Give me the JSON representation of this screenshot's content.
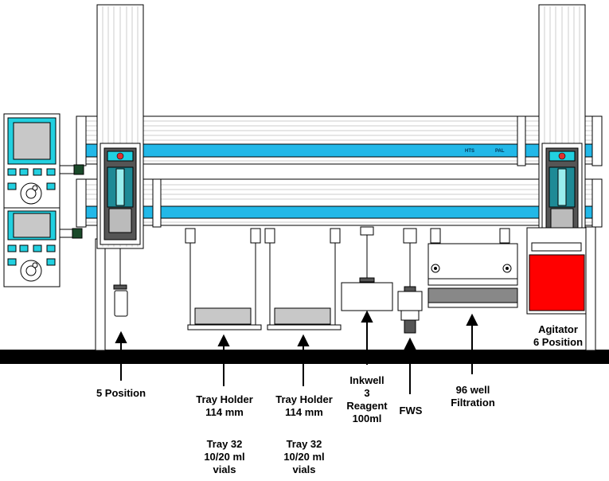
{
  "rail": {
    "brand_left": "HTS",
    "brand_right": "PAL"
  },
  "labels": {
    "five_position": "5 Position",
    "tray_holder_1": [
      "Tray Holder",
      "114 mm"
    ],
    "tray_note_1": [
      "Tray 32",
      "10/20 ml",
      "vials"
    ],
    "tray_holder_2": [
      "Tray Holder",
      "114 mm"
    ],
    "tray_note_2": [
      "Tray 32",
      "10/20 ml",
      "vials"
    ],
    "inkwell": [
      "Inkwell",
      "3",
      "Reagent",
      "100ml"
    ],
    "fws": "FWS",
    "filtration": [
      "96 well",
      "Filtration"
    ],
    "agitator": [
      "Agitator",
      "6 Position"
    ]
  },
  "colors": {
    "rail_blue": "#22b8e8",
    "panel_cyan": "#22d0e0",
    "agitator_red": "#ff0000",
    "base": "#000000",
    "outline": "#000000"
  }
}
